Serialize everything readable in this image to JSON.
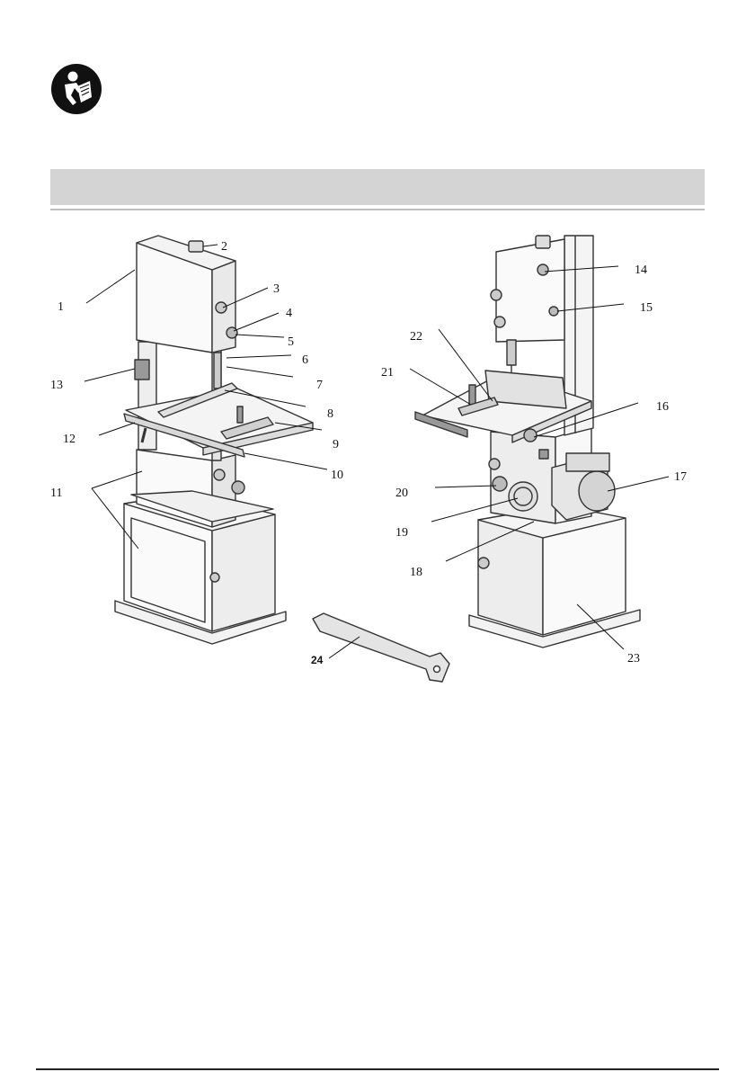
{
  "header": {
    "icon": "read-manual-icon",
    "section_title": ""
  },
  "callouts": [
    {
      "id": "c1",
      "label": "1"
    },
    {
      "id": "c2",
      "label": "2"
    },
    {
      "id": "c3",
      "label": "3"
    },
    {
      "id": "c4",
      "label": "4"
    },
    {
      "id": "c5",
      "label": "5"
    },
    {
      "id": "c6",
      "label": "6"
    },
    {
      "id": "c7",
      "label": "7"
    },
    {
      "id": "c8",
      "label": "8"
    },
    {
      "id": "c9",
      "label": "9"
    },
    {
      "id": "c10",
      "label": "10"
    },
    {
      "id": "c11",
      "label": "11"
    },
    {
      "id": "c12",
      "label": "12"
    },
    {
      "id": "c13",
      "label": "13"
    },
    {
      "id": "c14",
      "label": "14"
    },
    {
      "id": "c15",
      "label": "15"
    },
    {
      "id": "c16",
      "label": "16"
    },
    {
      "id": "c17",
      "label": "17"
    },
    {
      "id": "c18",
      "label": "18"
    },
    {
      "id": "c19",
      "label": "19"
    },
    {
      "id": "c20",
      "label": "20"
    },
    {
      "id": "c21",
      "label": "21"
    },
    {
      "id": "c22",
      "label": "22"
    },
    {
      "id": "c23",
      "label": "23"
    },
    {
      "id": "c24",
      "label": "24"
    }
  ]
}
